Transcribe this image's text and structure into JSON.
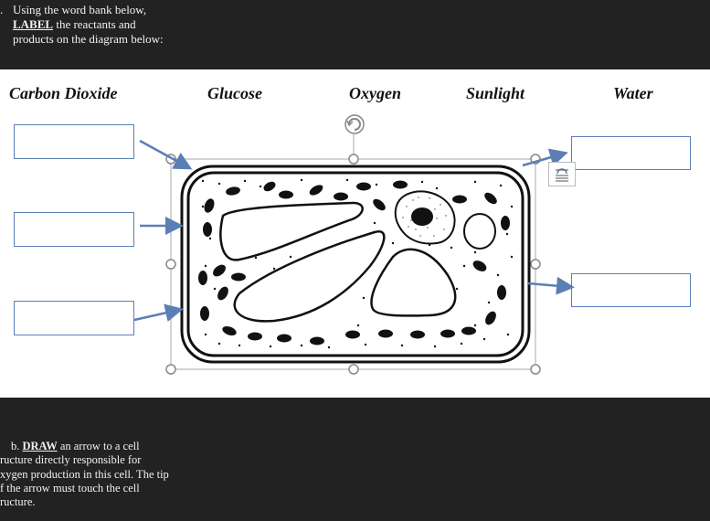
{
  "question": {
    "number_fragment": ".",
    "prefix": "Using the word bank below,",
    "label_keyword": "LABEL",
    "suffix1": " the reactants and",
    "line3": "products on the diagram below:"
  },
  "word_bank": [
    "Carbon Dioxide",
    "Glucose",
    "Oxygen",
    "Sunlight",
    "Water"
  ],
  "part_b": {
    "lead": "b.   ",
    "draw_keyword": "DRAW",
    "line1_rest": " an arrow to a cell",
    "line2": "ructure directly responsible for",
    "line3": "xygen production in this cell. The tip",
    "line4": "f the arrow must touch the cell",
    "line5": "ructure."
  },
  "colors": {
    "background_dark": "#222222",
    "canvas": "#ffffff",
    "label_box_border": "#5b7fb5",
    "arrow": "#5b7fb5",
    "handle": "#888888"
  },
  "icons": {
    "rotate": "rotate-handle-icon",
    "layout": "layout-options-icon"
  }
}
